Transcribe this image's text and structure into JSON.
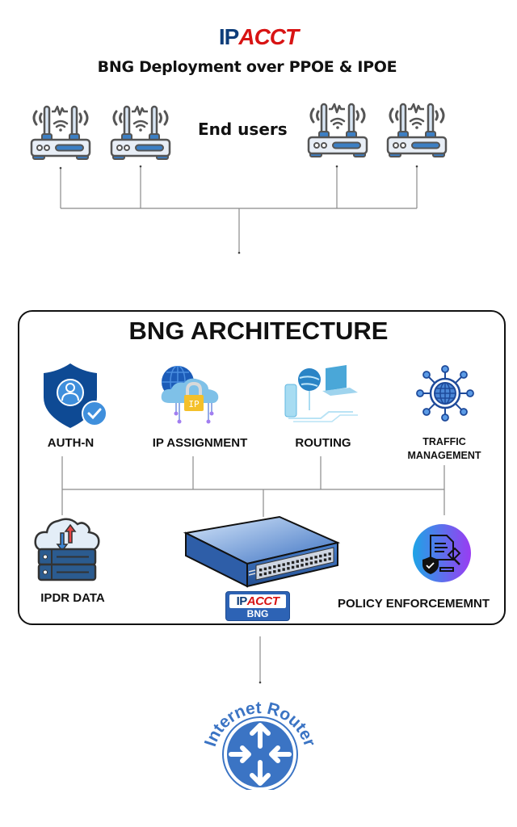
{
  "brand": {
    "logo_ip": "IP",
    "logo_acct": "ACCT"
  },
  "header": {
    "title": "BNG Deployment over PPOE & IPOE"
  },
  "end_users": {
    "label": "End users",
    "device_count": 4,
    "device_icon": "wifi-router-icon"
  },
  "architecture": {
    "title": "BNG ARCHITECTURE",
    "components": [
      {
        "label": "AUTH-N",
        "icon": "shield-user-check-icon"
      },
      {
        "label": "IP ASSIGNMENT",
        "icon": "cloud-ip-lock-icon"
      },
      {
        "label": "ROUTING",
        "icon": "network-routing-icon"
      },
      {
        "label_line1": "TRAFFIC",
        "label_line2": "MANAGEMENT",
        "icon": "globe-network-icon"
      },
      {
        "label": "IPDR DATA",
        "icon": "cloud-server-icon"
      },
      {
        "label": "POLICY ENFORCEMEMNT",
        "icon": "policy-gavel-icon"
      }
    ],
    "bng_device": {
      "icon": "network-switch-icon",
      "badge_ip": "IP",
      "badge_acct": "ACCT",
      "badge_label": "BNG"
    }
  },
  "internet_router": {
    "label": "Internet Router",
    "icon": "router-arrows-icon"
  },
  "colors": {
    "brand_blue": "#0e3d7a",
    "brand_red": "#d81414",
    "router_blue": "#3b74c4",
    "line_gray": "#8a8a8a"
  }
}
